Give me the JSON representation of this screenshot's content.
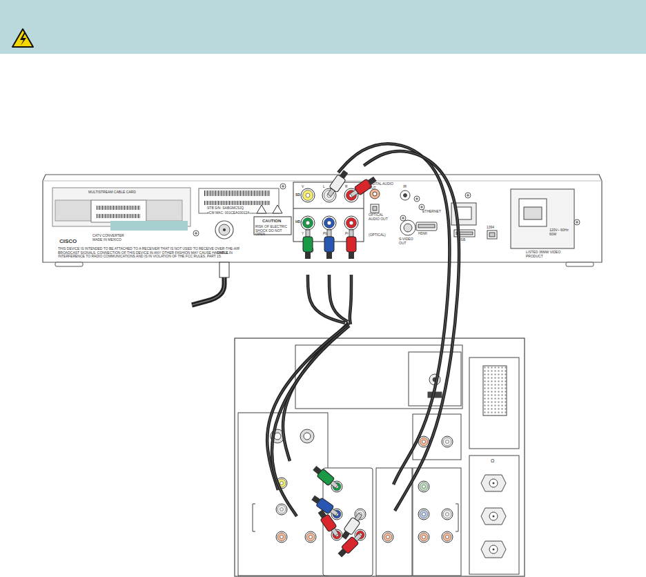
{
  "diagram": {
    "labels": [
      "MULTISTREAM CABLE CARD",
      "CISCO",
      "CATV CONVERTER MADE IN MEXICO",
      "THIS DEVICE IS INTENDED TO BE ATTACHED TO A RECEIVER THAT IS NOT USED TO RECEIVE OVER-THE-AIR BROADCAST SIGNALS. CONNECTION OF THIS DEVICE IN ANY OTHER FASHION MAY CAUSE HARMFUL INTERFERENCE TO RADIO COMMUNICATIONS AND IS IN VIOLATION OF THE FCC RULES, PART 15.",
      "STB S/N: SABGMC5JQ",
      "eCM MAC: 001CEA03012A",
      "CABLE IN",
      "CAUTION",
      "RISK OF ELECTRIC SHOCK DO NOT OPEN",
      "SD",
      "HD",
      "V",
      "L",
      "R",
      "Y",
      "Pb",
      "Pr",
      "DIGITAL AUDIO OUT",
      "OPTICAL AUDIO OUT",
      "(OPTICAL)",
      "IR",
      "ETHERNET",
      "S-VIDEO OUT",
      "HDMI",
      "USB",
      "1394",
      "LISTED 36MW VIDEO PRODUCT",
      "120V~ 60Hz 60W",
      "Ω"
    ]
  }
}
